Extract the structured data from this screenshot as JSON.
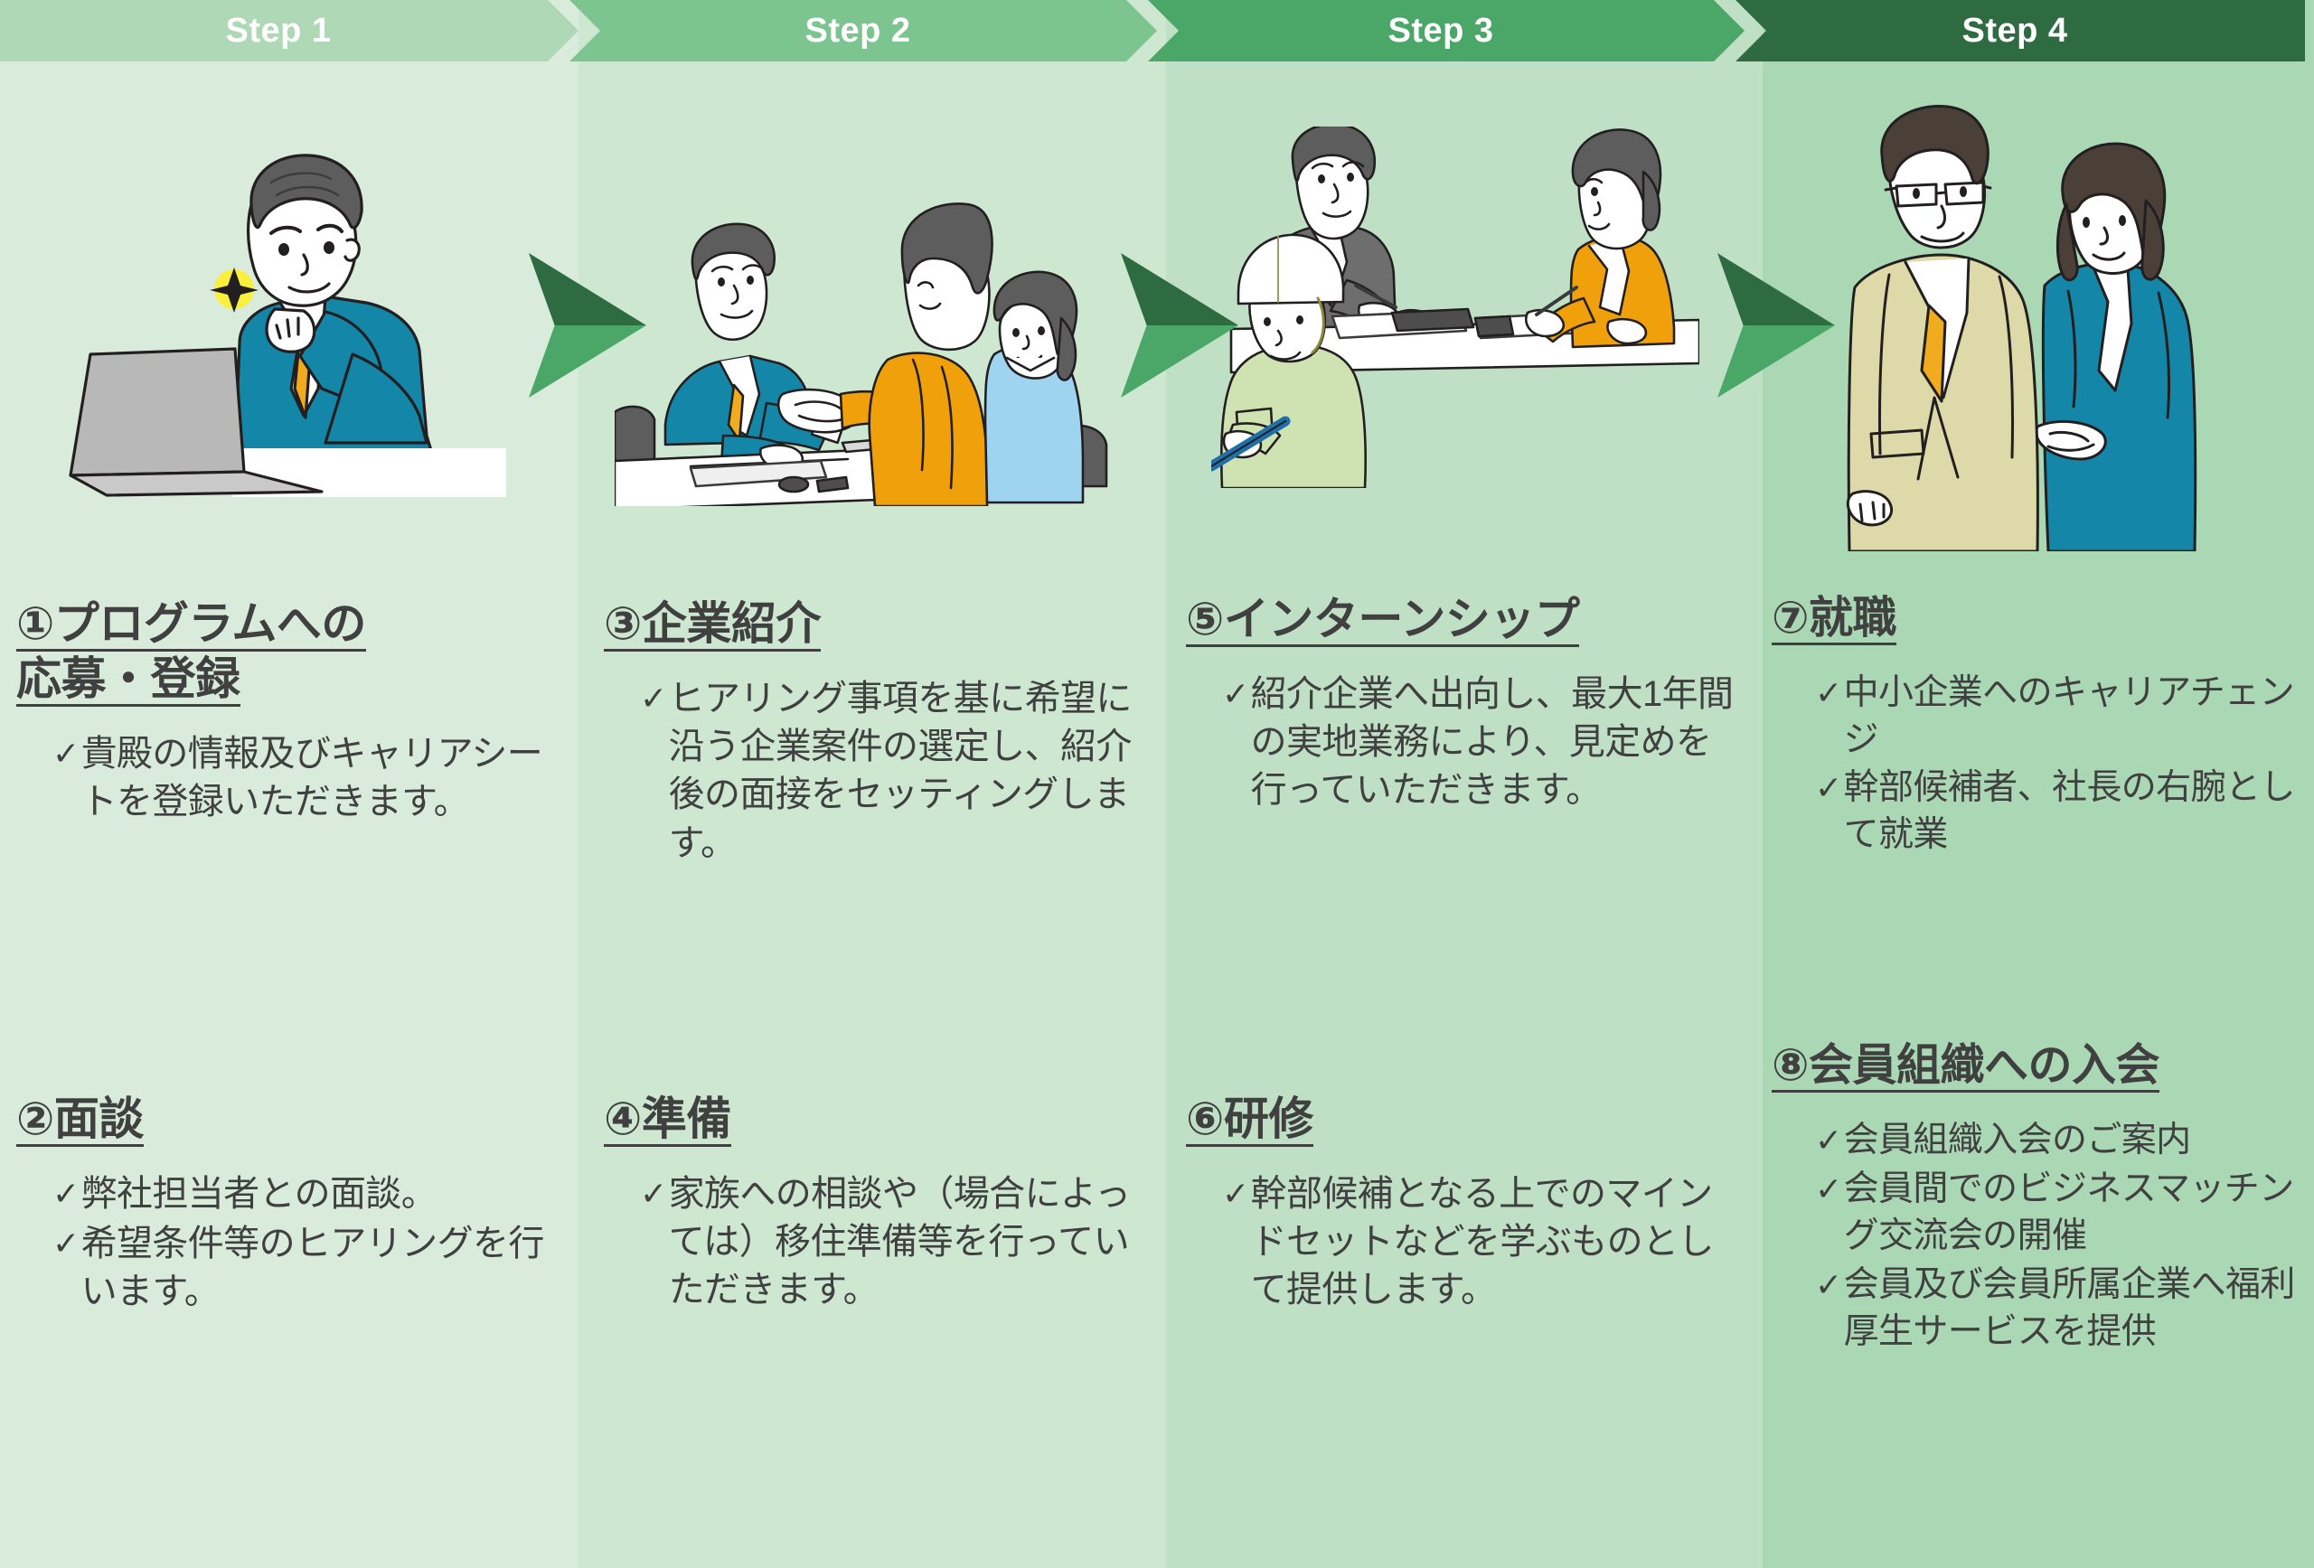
{
  "steps": [
    {
      "label": "Step 1",
      "color": "#aed8b6",
      "column_bg": "#d9ecdc"
    },
    {
      "label": "Step 2",
      "color": "#7cc490",
      "column_bg": "#cde7d1"
    },
    {
      "label": "Step 3",
      "color": "#4aa767",
      "column_bg": "#bfe0c5"
    },
    {
      "label": "Step 4",
      "color": "#2e6b41",
      "column_bg": "#abd8b4"
    }
  ],
  "arrow": {
    "dark": "#2e6b41",
    "light": "#4aa767"
  },
  "palette": {
    "text": "#404040",
    "suit_teal": "#1486a8",
    "tie_yellow": "#f0ab1e",
    "coat_orange": "#efa00b",
    "hair_gray": "#6e6e6e",
    "laptop_gray": "#b8b8b8",
    "shirt_blue": "#9ed4f0",
    "beige_suit": "#ddd9a8",
    "work_green": "#cfe2b2"
  },
  "columns": [
    {
      "illustration": "man-at-laptop-illustration",
      "blocks": [
        {
          "heading_lines": [
            "①プログラムへの",
            "応募・登録"
          ],
          "bullets": [
            {
              "check": "✓",
              "text": "貴殿の情報及びキャリアシートを登録いただきます。"
            }
          ]
        },
        {
          "heading_lines": [
            "②面談"
          ],
          "bullets": [
            {
              "check": "✓",
              "text": "弊社担当者との面談。"
            },
            {
              "check": "✓",
              "text": "希望条件等のヒアリングを行います。"
            }
          ]
        }
      ]
    },
    {
      "illustration": "handshake-meeting-illustration",
      "blocks": [
        {
          "heading_lines": [
            "③企業紹介"
          ],
          "bullets": [
            {
              "check": "✓",
              "text": "ヒアリング事項を基に希望に　沿う企業案件の選定し、紹介後の面接をセッティングします。"
            }
          ]
        },
        {
          "heading_lines": [
            "④準備"
          ],
          "bullets": [
            {
              "check": "✓",
              "text": "家族への相談や（場合によっては）移住準備等を行っていただきます。"
            }
          ]
        }
      ]
    },
    {
      "illustration": "worksite-interview-illustration",
      "blocks": [
        {
          "heading_lines": [
            "⑤インターンシップ"
          ],
          "bullets": [
            {
              "check": "✓",
              "text": "紹介企業へ出向し、最大1年間の実地業務により、見定めを行っていただきます。"
            }
          ]
        },
        {
          "heading_lines": [
            "⑥研修"
          ],
          "bullets": [
            {
              "check": "✓",
              "text": "幹部候補となる上でのマインドセットなどを学ぶものとして提供します。"
            }
          ]
        }
      ]
    },
    {
      "illustration": "two-businesspeople-illustration",
      "blocks": [
        {
          "heading_lines": [
            "⑦就職"
          ],
          "bullets": [
            {
              "check": "✓",
              "text": "中小企業へのキャリアチェンジ"
            },
            {
              "check": "✓",
              "text": "幹部候補者、社長の右腕として就業"
            }
          ]
        },
        {
          "heading_lines": [
            "⑧会員組織への入会"
          ],
          "bullets": [
            {
              "check": "✓",
              "text": "会員組織入会のご案内"
            },
            {
              "check": "✓",
              "text": "会員間でのビジネスマッチング交流会の開催"
            },
            {
              "check": "✓",
              "text": "会員及び会員所属企業へ福利厚生サービスを提供"
            }
          ]
        }
      ]
    }
  ]
}
